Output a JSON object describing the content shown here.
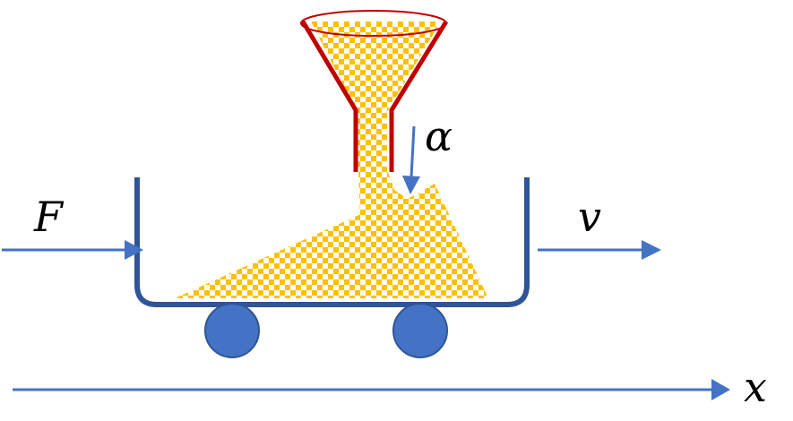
{
  "labels": {
    "force": "F",
    "velocity": "v",
    "rate": "α",
    "axis": "x"
  },
  "colors": {
    "arrow": "#4472C4",
    "cart": "#2F5597",
    "wheel": "#4472C4",
    "wheel_edge": "#2F5597",
    "funnel": "#C00000",
    "sand": "#FFC000",
    "background": "#FFFFFF"
  }
}
